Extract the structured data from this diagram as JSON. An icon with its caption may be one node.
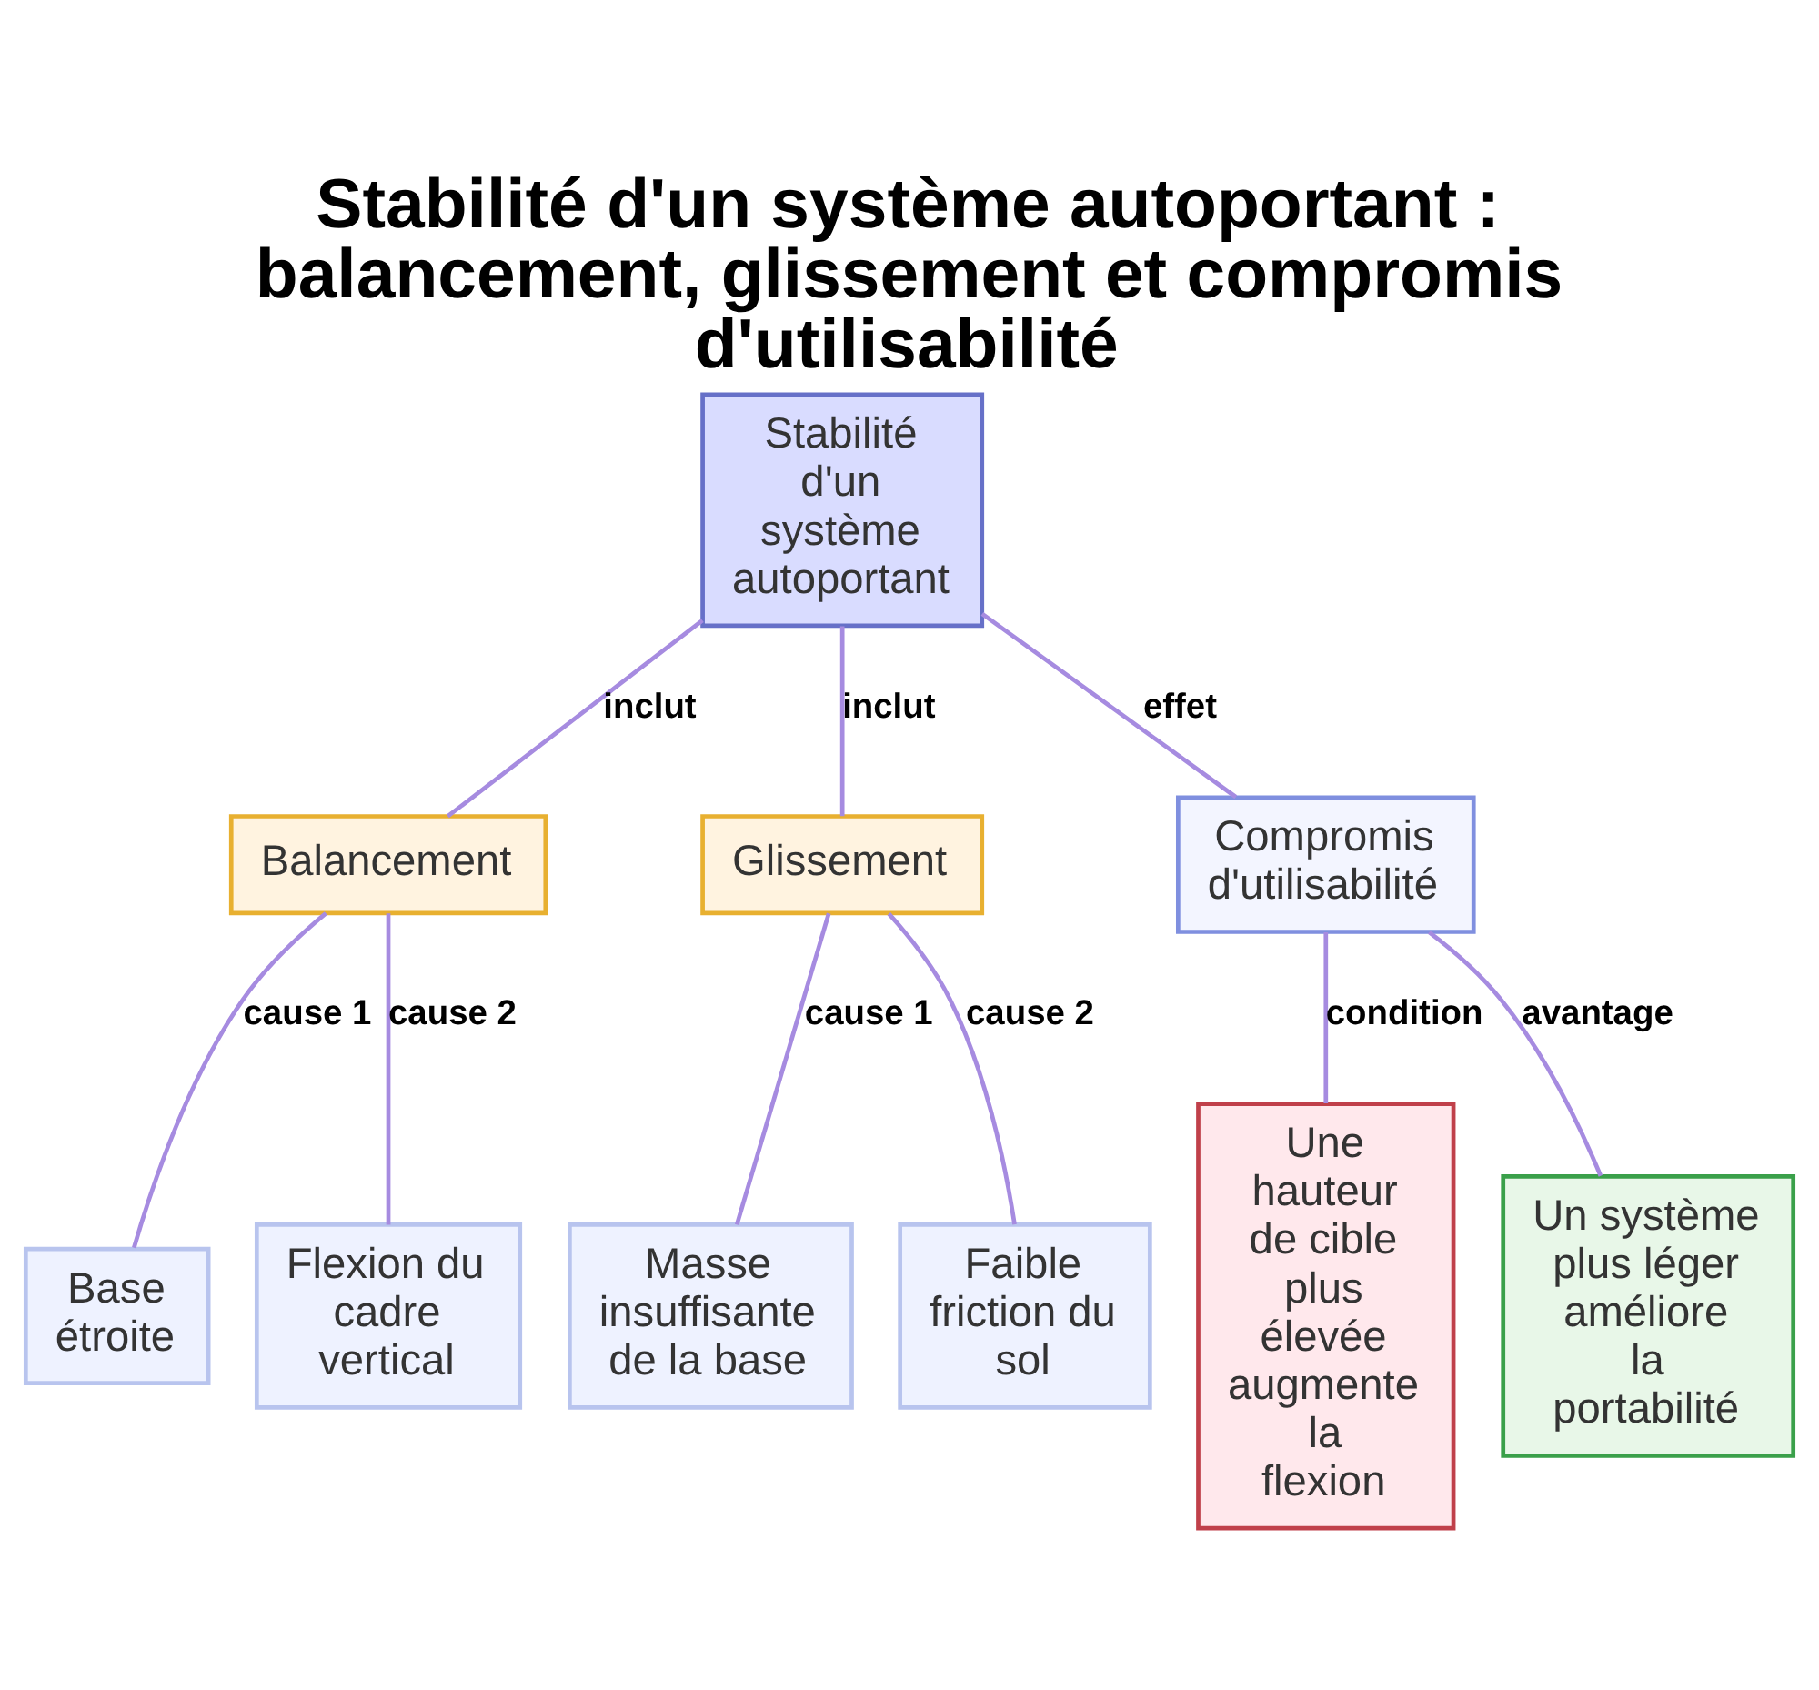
{
  "diagram": {
    "title": "Stabilité d'un système autoportant : balancement, glissement et compromis d'utilisabilité",
    "nodes": [
      {
        "text": [
          "Stabilité d'un système autoportant"
        ]
      },
      {
        "text": [
          "Balancement"
        ]
      },
      {
        "text": [
          "Glissement"
        ]
      },
      {
        "text": [
          "Compromis d'utilisabilité"
        ]
      },
      {
        "text": [
          "Base étroite"
        ]
      },
      {
        "text": [
          "Flexion du cadre vertical"
        ]
      },
      {
        "text": [
          "Masse insuffisante de la base"
        ]
      },
      {
        "text": [
          "Faible friction du sol"
        ]
      },
      {
        "text": [
          "Une hauteur de cible plus élevée augmente la flexion"
        ]
      },
      {
        "text": [
          "Un système plus léger améliore la portabilité"
        ]
      }
    ],
    "edges": [
      {
        "from": 0,
        "to": 1,
        "arrow": "none",
        "label": "inclut"
      },
      {
        "from": 0,
        "to": 2,
        "arrow": "none",
        "label": "inclut"
      },
      {
        "from": 0,
        "to": 3,
        "arrow": "none",
        "label": "effet"
      },
      {
        "from": 1,
        "to": 4,
        "arrow": "none",
        "label": "cause 1"
      },
      {
        "from": 1,
        "to": 5,
        "arrow": "none",
        "label": "cause 2"
      },
      {
        "from": 2,
        "to": 6,
        "arrow": "none",
        "label": "cause 1"
      },
      {
        "from": 2,
        "to": 7,
        "arrow": "none",
        "label": "cause 2"
      },
      {
        "from": 3,
        "to": 8,
        "arrow": "none",
        "label": "condition"
      },
      {
        "from": 3,
        "to": 9,
        "arrow": "none",
        "label": "avantage"
      }
    ]
  }
}
